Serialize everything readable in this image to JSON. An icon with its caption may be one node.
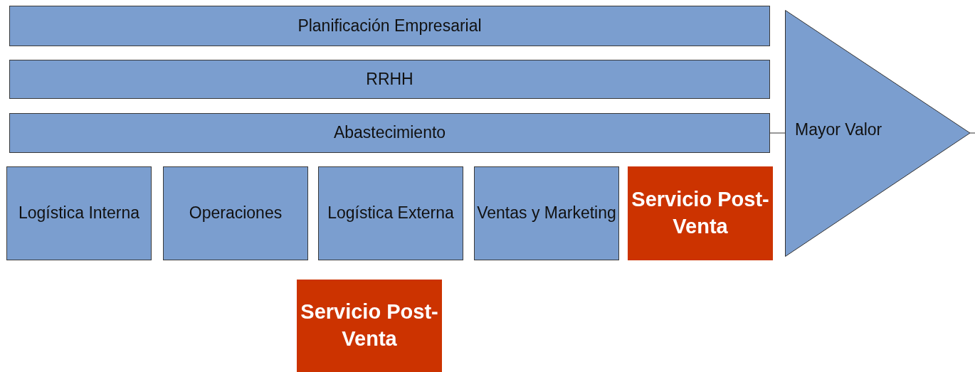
{
  "diagram": {
    "nodes": [
      {
        "text": [
          "Planificación Empresarial"
        ]
      },
      {
        "text": [
          "RRHH"
        ]
      },
      {
        "text": [
          "Abastecimiento"
        ]
      },
      {
        "text": [
          "Logística Interna"
        ]
      },
      {
        "text": [
          "Operaciones"
        ]
      },
      {
        "text": [
          "Logística Externa"
        ]
      },
      {
        "text": [
          "Ventas y Marketing"
        ]
      },
      {
        "text": [
          "Servicio Post-Venta"
        ]
      },
      {
        "text": [
          "Mayor Valor"
        ]
      },
      {
        "text": [
          "Servicio Post-Venta"
        ]
      }
    ],
    "edges": [
      {
        "from": 2,
        "to": 8,
        "arrow": "none"
      },
      {
        "from": 8,
        "to": null,
        "arrow": "none"
      }
    ]
  }
}
